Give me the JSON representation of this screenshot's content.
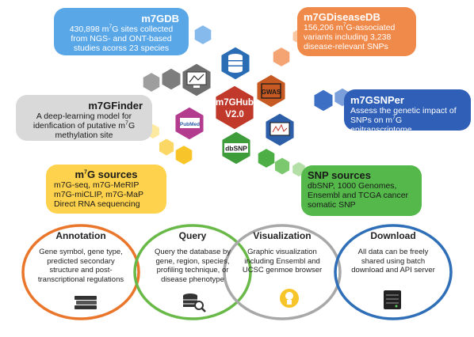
{
  "hub": {
    "title": "m7GHub",
    "version": "V2.0"
  },
  "cards": {
    "m7gdb": {
      "title": "m7GDB",
      "text_a": "430,898 m",
      "sup": "7",
      "text_b": "G sites collected from NGS- and ONT-based studies acorss 23 species"
    },
    "disease": {
      "title": "m7GDiseaseDB",
      "text_a": "156,206 m",
      "sup": "7",
      "text_b": "G-associated variants including 3,238 disease-relevant SNPs"
    },
    "finder": {
      "title": "m7GFinder",
      "text_a": "A deep-learning model for idenfication of putative m",
      "sup": "7",
      "text_b": "G methylation site"
    },
    "snper": {
      "title": "m7GSNPer",
      "text_a": "Assess the genetic impact of SNPs on m",
      "sup": "7",
      "text_b": "G epitranscriptome"
    },
    "sources": {
      "title_a": "m",
      "title_sup": "7",
      "title_b": "G sources",
      "text": "m7G-seq, m7G-MeRIP m7G-miCLIP, m7G-MaP Direct RNA sequencing"
    },
    "snp_sources": {
      "title": "SNP sources",
      "text": "dbSNP, 1000 Genomes, Ensembl and TCGA cancer somatic SNP"
    }
  },
  "features": [
    {
      "title": "Annotation",
      "text": "Gene symbol, gene type, predicted secondary structure and post-transcriptional regulations"
    },
    {
      "title": "Query",
      "text": "Query the database by gene, region, species, profiling technique, or disease phenotype"
    },
    {
      "title": "Visualization",
      "text": "Graphic visualization including Ensembl and UCSC genmoe browser"
    },
    {
      "title": "Download",
      "text": "All data can be freely shared using batch download and API server"
    }
  ],
  "icon_labels": {
    "pubmed": "PubMed",
    "dbsnp": "dbSNP",
    "gwas": "GWAS"
  },
  "colors": {
    "hub": "#c0392b",
    "m7gdb": "#5aa7e8",
    "disease": "#f08a4b",
    "finder": "#d9d9d9",
    "snper": "#2f5fb7",
    "sources": "#ffd24d",
    "snp_sources": "#54b84a",
    "ring_annotation": "#e9762b",
    "ring_query": "#68b947",
    "ring_visualization": "#a8a8a8",
    "ring_download": "#2f6fb7"
  },
  "icons": [
    "database-icon",
    "monitor-chart-icon",
    "dna-chip-icon",
    "pubmed-icon",
    "dbsnp-icon",
    "chart-screen-icon",
    "books-icon",
    "database-search-icon",
    "lightbulb-icon",
    "server-icon"
  ]
}
